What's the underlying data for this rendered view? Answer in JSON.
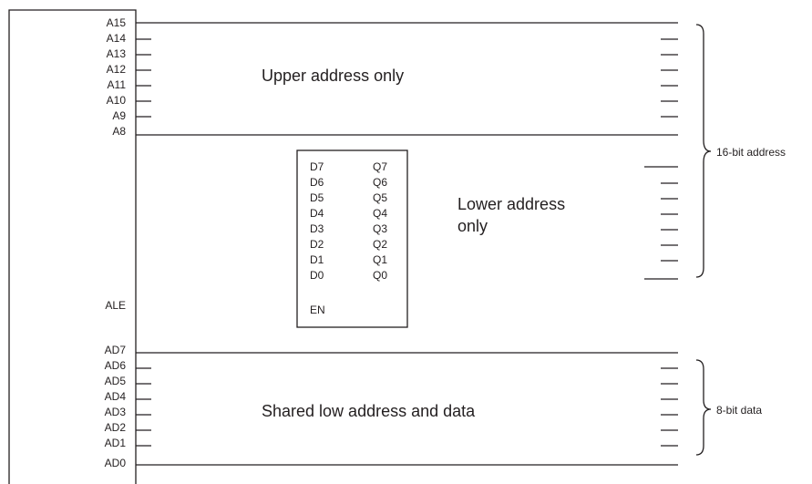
{
  "upper_pins": [
    "A15",
    "A14",
    "A13",
    "A12",
    "A11",
    "A10",
    "A9",
    "A8"
  ],
  "ale_label": "ALE",
  "data_pins": [
    "AD7",
    "AD6",
    "AD5",
    "AD4",
    "AD3",
    "AD2",
    "AD1",
    "AD0"
  ],
  "latch": {
    "d_pins": [
      "D7",
      "D6",
      "D5",
      "D4",
      "D3",
      "D2",
      "D1",
      "D0"
    ],
    "q_pins": [
      "Q7",
      "Q6",
      "Q5",
      "Q4",
      "Q3",
      "Q2",
      "Q1",
      "Q0"
    ],
    "enable": "EN"
  },
  "regions": {
    "upper": "Upper address only",
    "lower": [
      "Lower address",
      "only"
    ],
    "shared": "Shared low address and data"
  },
  "braces": {
    "address": "16-bit address",
    "data": "8-bit data"
  }
}
